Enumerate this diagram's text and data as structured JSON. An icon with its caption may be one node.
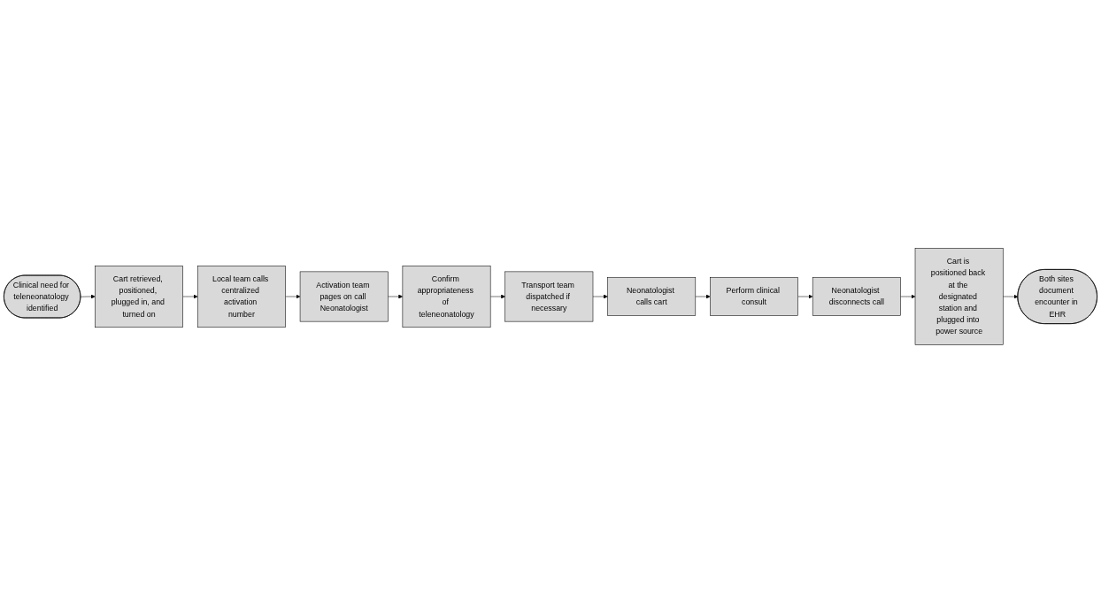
{
  "diagram": {
    "nodes": [
      {
        "text": [
          "Clinical need for teleneonatology identified"
        ]
      },
      {
        "text": [
          "Cart retrieved, positioned, plugged in, and turned on"
        ]
      },
      {
        "text": [
          "Local team calls centralized activation number"
        ]
      },
      {
        "text": [
          "Activation team pages on call Neonatologist"
        ]
      },
      {
        "text": [
          "Confirm appropriateness of teleneonatology"
        ]
      },
      {
        "text": [
          "Transport team dispatched if necessary"
        ]
      },
      {
        "text": [
          "Neonatologist calls cart"
        ]
      },
      {
        "text": [
          "Perform clinical consult"
        ]
      },
      {
        "text": [
          "Neonatologist disconnects call"
        ]
      },
      {
        "text": [
          "Cart is positioned back at the designated station and plugged into power source"
        ]
      },
      {
        "text": [
          "Both sites document encounter in EHR"
        ]
      }
    ],
    "edges": [
      {
        "from": 0,
        "to": 1,
        "arrow": "to"
      },
      {
        "from": 1,
        "to": 2,
        "arrow": "to"
      },
      {
        "from": 2,
        "to": 3,
        "arrow": "to"
      },
      {
        "from": 3,
        "to": 4,
        "arrow": "to"
      },
      {
        "from": 4,
        "to": 5,
        "arrow": "to"
      },
      {
        "from": 5,
        "to": 6,
        "arrow": "to"
      },
      {
        "from": 6,
        "to": 7,
        "arrow": "to"
      },
      {
        "from": 7,
        "to": 8,
        "arrow": "to"
      },
      {
        "from": 8,
        "to": 9,
        "arrow": "to"
      },
      {
        "from": 9,
        "to": 10,
        "arrow": "to"
      }
    ]
  }
}
